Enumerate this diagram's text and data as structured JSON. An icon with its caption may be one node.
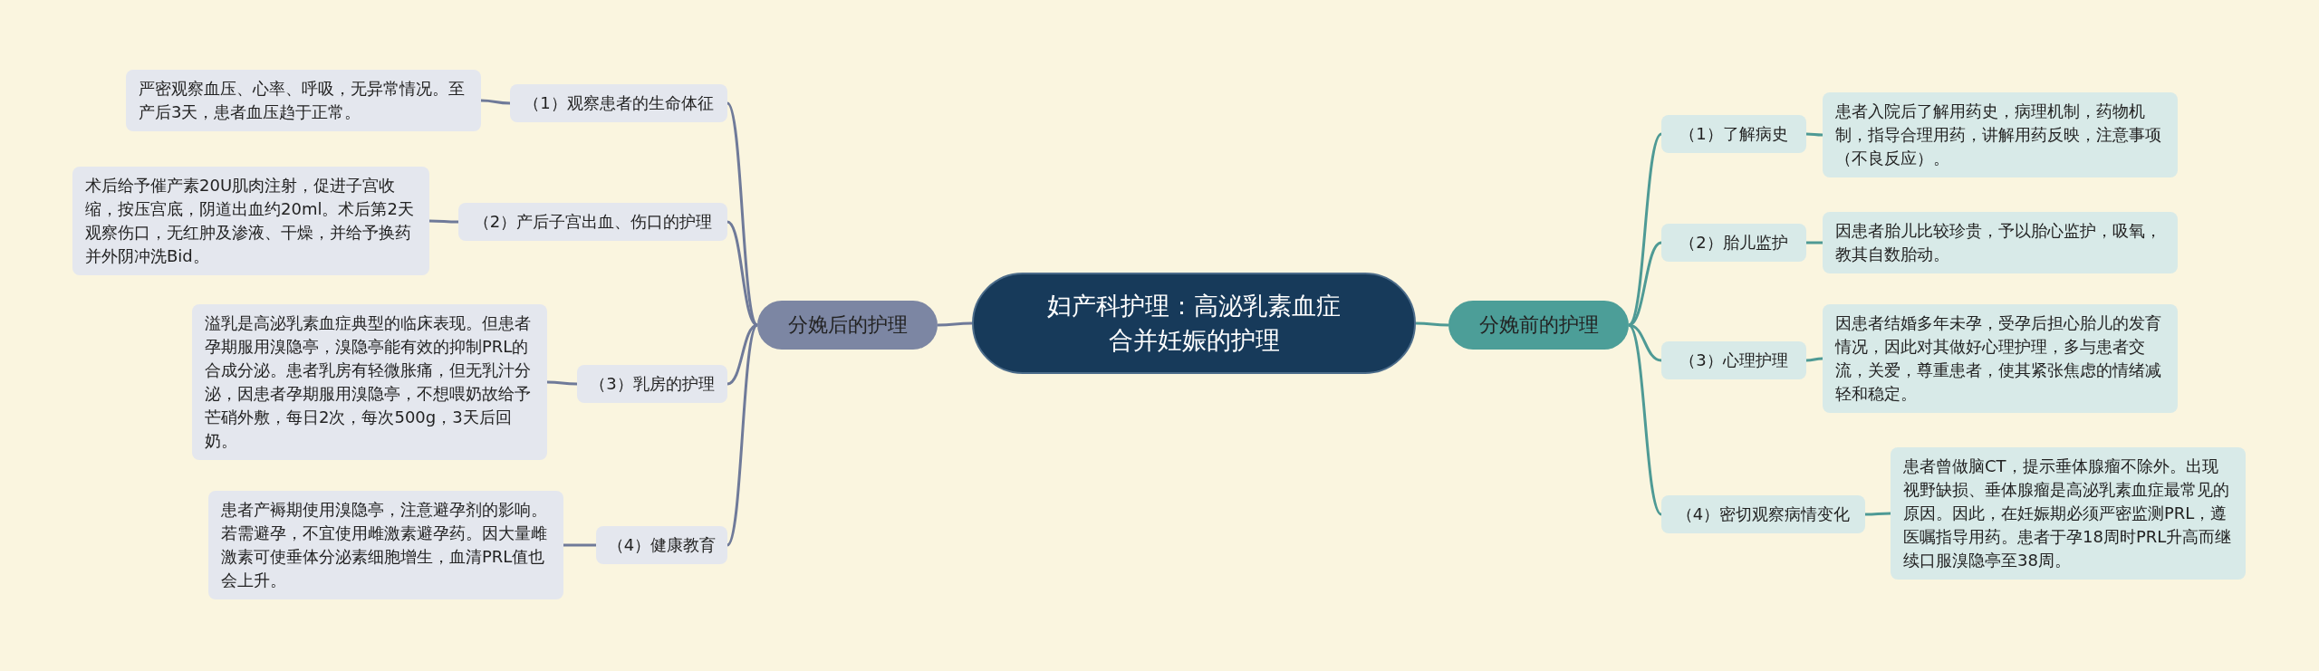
{
  "diagram": {
    "nodes": [
      {
        "text": [
          "妇产科护理：高泌乳素血症合并妊娠的护理"
        ]
      },
      {
        "text": [
          "分娩前的护理"
        ]
      },
      {
        "text": [
          "（1）了解病史"
        ]
      },
      {
        "text": [
          "（2）胎儿监护"
        ]
      },
      {
        "text": [
          "（3）心理护理"
        ]
      },
      {
        "text": [
          "（4）密切观察病情变化"
        ]
      },
      {
        "text": [
          "患者入院后了解用药史，病理机制，药物机制，指导合理用药，讲解用药反映，注意事项（不良反应）。"
        ]
      },
      {
        "text": [
          "因患者胎儿比较珍贵，予以胎心监护，吸氧，教其自数胎动。"
        ]
      },
      {
        "text": [
          "因患者结婚多年未孕，受孕后担心胎儿的发育情况，因此对其做好心理护理，多与患者交流，关爱，尊重患者，使其紧张焦虑的情绪减轻和稳定。"
        ]
      },
      {
        "text": [
          "患者曾做脑CT，提示垂体腺瘤不除外。出现视野缺损、垂体腺瘤是高泌乳素血症最常见的原因。因此，在妊娠期必须严密监测PRL，遵医嘱指导用药。患者于孕18周时PRL升高而继续口服溴隐亭至38周。"
        ]
      },
      {
        "text": [
          "分娩后的护理"
        ]
      },
      {
        "text": [
          "（1）观察患者的生命体征"
        ]
      },
      {
        "text": [
          "（2）产后子宫出血、伤口的护理"
        ]
      },
      {
        "text": [
          "（3）乳房的护理"
        ]
      },
      {
        "text": [
          "（4）健康教育"
        ]
      },
      {
        "text": [
          "严密观察血压、心率、呼吸，无异常情况。至产后3天，患者血压趋于正常。"
        ]
      },
      {
        "text": [
          "术后给予催产素20U肌肉注射，促进子宫收缩，按压宫底，阴道出血约20ml。术后第2天观察伤口，无红肿及渗液、干燥，并给予换药并外阴冲洗Bid。"
        ]
      },
      {
        "text": [
          "溢乳是高泌乳素血症典型的临床表现。但患者孕期服用溴隐亭，溴隐亭能有效的抑制PRL的合成分泌。患者乳房有轻微胀痛，但无乳汁分泌，因患者孕期服用溴隐亭，不想喂奶故给予芒硝外敷，每日2次，每次500g，3天后回奶。"
        ]
      },
      {
        "text": [
          "患者产褥期使用溴隐亭，注意避孕剂的影响。若需避孕，不宜使用雌激素避孕药。因大量雌激素可使垂体分泌素细胞增生，血清PRL值也会上升。"
        ]
      }
    ],
    "edges": [
      {
        "from": 0,
        "to": 1,
        "arrow": "none",
        "color": "#4e9a95"
      },
      {
        "from": 1,
        "to": 2,
        "arrow": "none",
        "color": "#4e9a95"
      },
      {
        "from": 1,
        "to": 3,
        "arrow": "none",
        "color": "#4e9a95"
      },
      {
        "from": 1,
        "to": 4,
        "arrow": "none",
        "color": "#4e9a95"
      },
      {
        "from": 1,
        "to": 5,
        "arrow": "none",
        "color": "#4e9a95"
      },
      {
        "from": 2,
        "to": 6,
        "arrow": "none",
        "color": "#4e9a95"
      },
      {
        "from": 3,
        "to": 7,
        "arrow": "none",
        "color": "#4e9a95"
      },
      {
        "from": 4,
        "to": 8,
        "arrow": "none",
        "color": "#4e9a95"
      },
      {
        "from": 5,
        "to": 9,
        "arrow": "none",
        "color": "#4e9a95"
      },
      {
        "from": 0,
        "to": 10,
        "arrow": "none"
      },
      {
        "from": 10,
        "to": 11,
        "arrow": "none"
      },
      {
        "from": 10,
        "to": 12,
        "arrow": "none"
      },
      {
        "from": 10,
        "to": 13,
        "arrow": "none"
      },
      {
        "from": 10,
        "to": 14,
        "arrow": "none"
      },
      {
        "from": 11,
        "to": 15,
        "arrow": "none"
      },
      {
        "from": 12,
        "to": 16,
        "arrow": "none"
      },
      {
        "from": 13,
        "to": 17,
        "arrow": "none"
      },
      {
        "from": 14,
        "to": 18,
        "arrow": "none"
      }
    ]
  }
}
